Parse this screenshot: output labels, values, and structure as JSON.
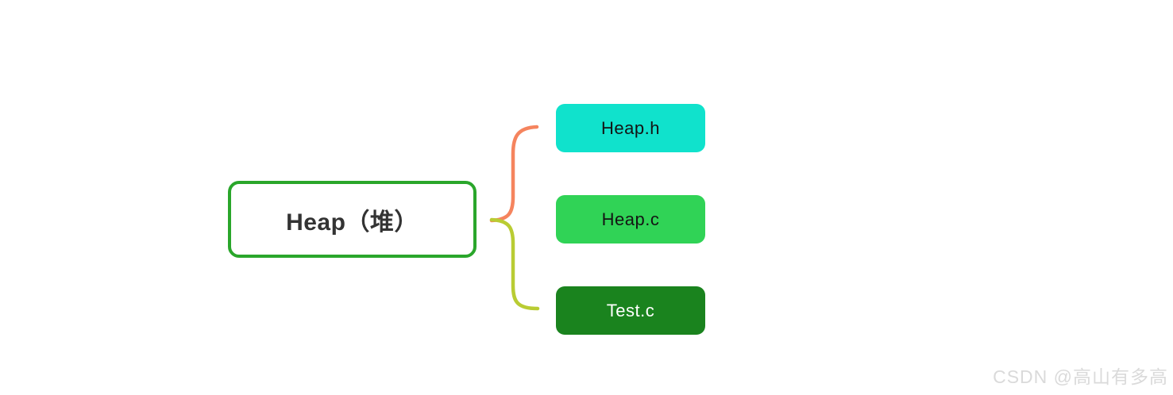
{
  "canvas": {
    "background": "#ffffff"
  },
  "root_node": {
    "label": "Heap（堆）",
    "border_color": "#2aa62b",
    "bg": "#ffffff",
    "text_color": "#333333"
  },
  "child_nodes": [
    {
      "label": "Heap.h",
      "bg": "#10e2cc",
      "text_color": "#141414"
    },
    {
      "label": "Heap.c",
      "bg": "#30d356",
      "text_color": "#141414"
    },
    {
      "label": "Test.c",
      "bg": "#1a831e",
      "text_color": "#ffffff"
    }
  ],
  "connectors": [
    {
      "from": "Heap（堆）",
      "to": "Heap.h",
      "color": "#f5845e"
    },
    {
      "from": "Heap（堆）",
      "to": "Test.c",
      "color": "#b9cc33"
    }
  ],
  "watermark": {
    "text": "CSDN @高山有多高",
    "color": "#dadada"
  }
}
